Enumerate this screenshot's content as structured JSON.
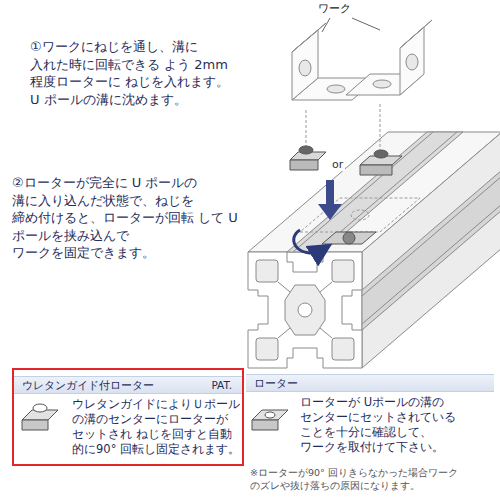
{
  "diagram": {
    "nodes": [
      {
        "text": [
          "ウレタンガイド付ローター",
          "PAT.",
          "ウレタンガイドによりＵポール の溝のセンターにローターが セットされ ねじを回すと自動 的に90° 回転し固定されます。"
        ]
      },
      {
        "text": [
          "ローター",
          "ローターが Uポールの溝の センターにセットされている ことを十分に確認して、 ワークを取付けて下さい。"
        ]
      }
    ],
    "edges": [],
    "labels": [
      "ワーク",
      "①ワークにねじを通し、溝に 入れた時に回転できる よう 2mm 程度ローターに ねじを入れます。 U ポールの溝に沈めます。",
      "or",
      "②ローターが完全に U ポールの 溝に入り込んだ状態で、ねじを 締め付けると、ローターが回転 して U ポールを挟み込んで ワークを固定できます。",
      "※ローターが90° 回りきらなかった場合ワーク のズレや抜け落ちの原因になります。"
    ]
  }
}
